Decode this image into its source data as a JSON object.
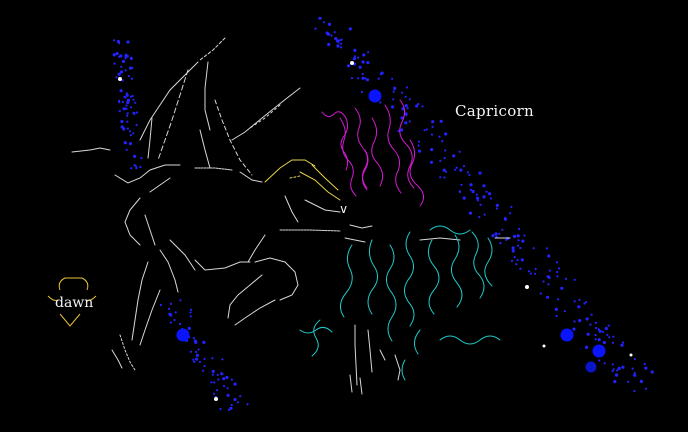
{
  "labels": {
    "title": "Capricorn",
    "dawn": "dawn",
    "eye_glyph": "v"
  },
  "colors": {
    "background": "#000000",
    "figure": "#d8d8d8",
    "star_dust": "#2323ff",
    "star_big": "#0a14ff",
    "star_white": "#ffffff",
    "horns": "#e8d34a",
    "mane_magenta": "#d21ad2",
    "tail_cyan": "#1fc8c8",
    "dawn_symbol": "#e8c23a"
  },
  "icons": {
    "dawn_symbol": "capricorn-sun-symbol-icon"
  }
}
